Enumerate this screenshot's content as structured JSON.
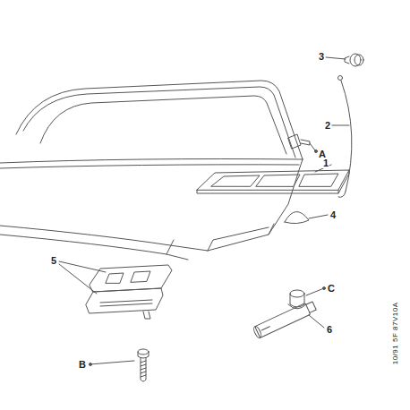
{
  "diagram": {
    "labels": [
      "1",
      "2",
      "3",
      "4",
      "5",
      "6",
      "A",
      "B",
      "C",
      "10/91  5F  87V10A"
    ]
  }
}
